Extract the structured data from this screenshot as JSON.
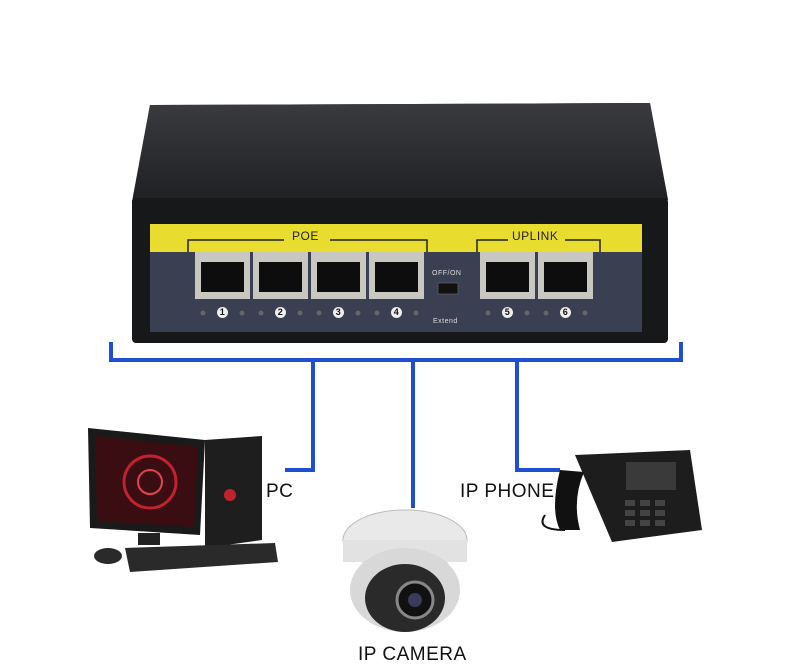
{
  "switch": {
    "poe_label": "POE",
    "uplink_label": "UPLINK",
    "switch_label": "OFF/ON",
    "extend_label": "Extend",
    "port_numbers": [
      "1",
      "2",
      "3",
      "4",
      "5",
      "6"
    ]
  },
  "devices": {
    "pc": "PC",
    "phone": "IP PHONE",
    "camera": "IP CAMERA"
  },
  "colors": {
    "link_line": "#1f4fd1",
    "panel_yellow": "#e8dc2e",
    "panel_dark": "#3a3f52",
    "body": "#1e1f22"
  }
}
